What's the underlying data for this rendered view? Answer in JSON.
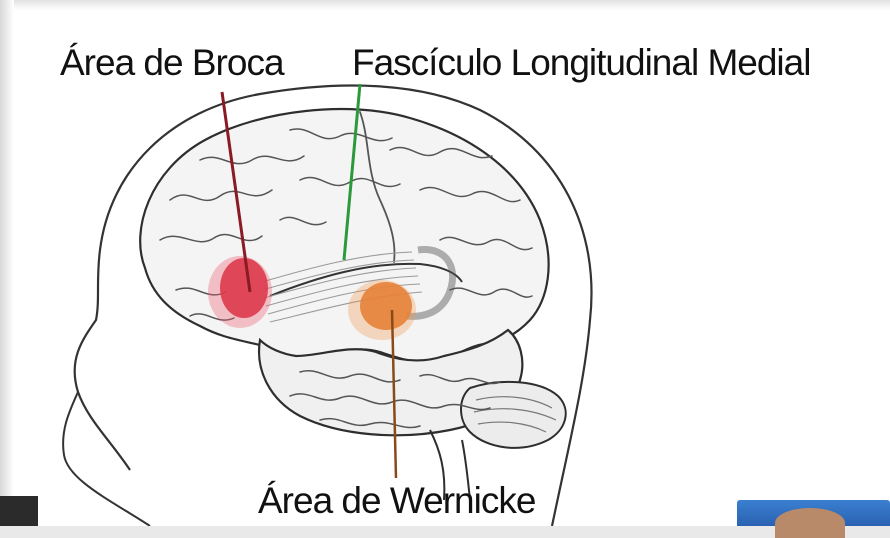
{
  "labels": {
    "broca": "Área de Broca",
    "fascicle": "Fascículo Longitudinal Medial",
    "wernicke": "Área de Wernicke"
  },
  "colors": {
    "broca": "#d8283c",
    "fascicle": "#2a9a3a",
    "wernicke": "#e0762a",
    "broca_line": "#8a1a24",
    "wernicke_line": "#8a4a18",
    "outline": "#333333"
  }
}
